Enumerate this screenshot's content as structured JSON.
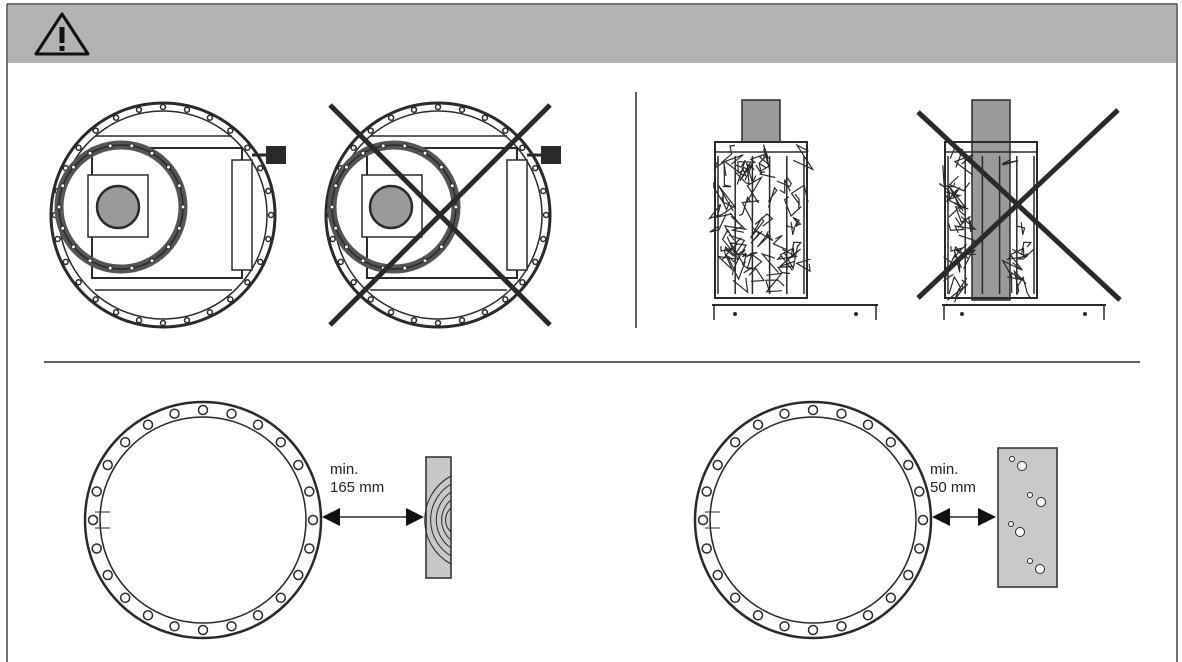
{
  "header": {
    "warning_icon": "warning-triangle-icon",
    "bar_color": "#b3b3b3"
  },
  "colors": {
    "line": "#2a2a2a",
    "fill_grey": "#9a9a9a",
    "wood_fill": "#c8c8c8",
    "stone_fill": "#c9c9c9"
  },
  "panels": {
    "top_left_correct": "stove-top-view-correct",
    "top_left_wrong": "stove-top-view-wrong",
    "top_right_correct": "stone-cage-side-view-correct",
    "top_right_wrong": "stone-cage-side-view-wrong"
  },
  "clearance": {
    "wood": {
      "line1": "min.",
      "line2": "165 mm"
    },
    "stone": {
      "line1": "min.",
      "line2": "50 mm"
    }
  }
}
